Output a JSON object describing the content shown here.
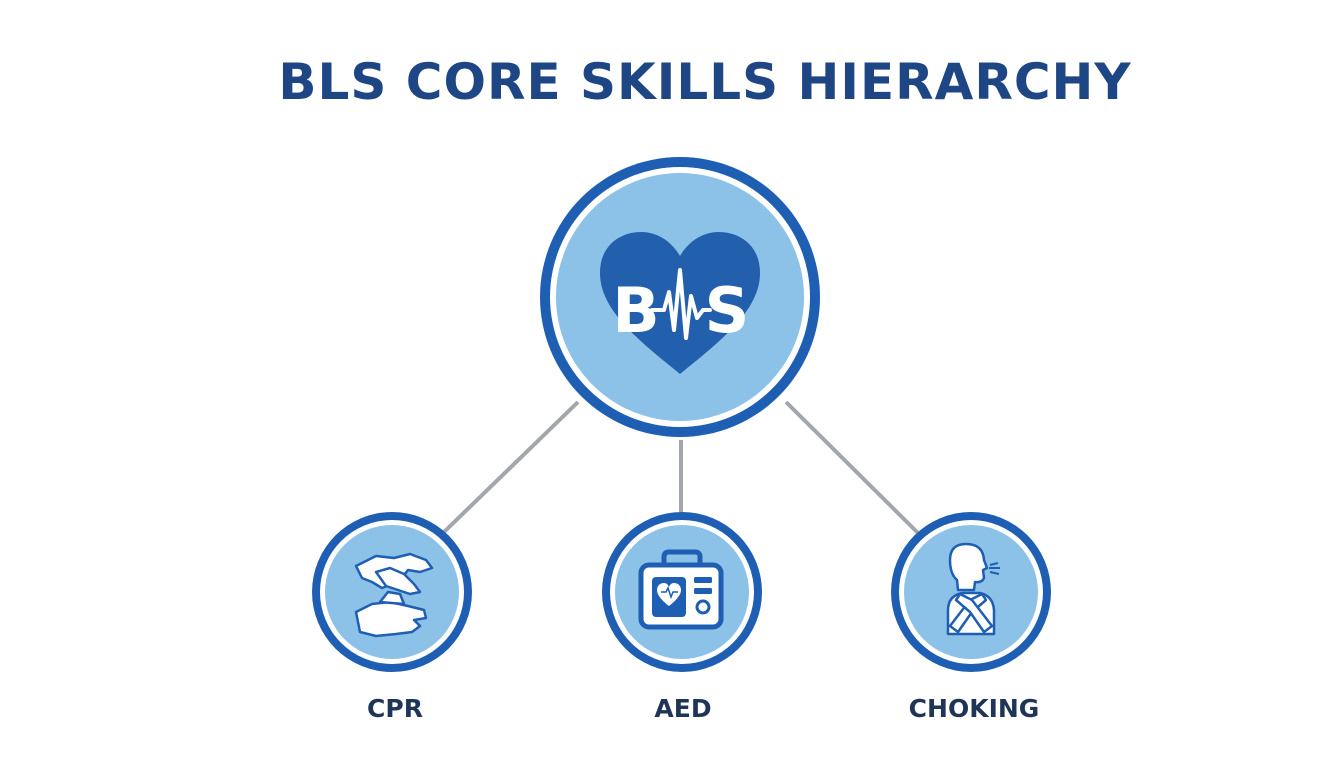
{
  "title": "BLS CORE SKILLS HIERARCHY",
  "hub": {
    "text_left": "B",
    "text_right": "S",
    "icon": "heart-with-ecg-icon"
  },
  "children": [
    {
      "label": "CPR",
      "icon": "hands-compression-icon"
    },
    {
      "label": "AED",
      "icon": "defibrillator-icon"
    },
    {
      "label": "CHOKING",
      "icon": "choking-person-icon"
    }
  ],
  "colors": {
    "primary": "#1e5fb4",
    "fill": "#8cc1e8",
    "heart": "#2260ad",
    "title": "#1e4584",
    "label": "#1f3558",
    "connector": "#a3a6ab"
  }
}
